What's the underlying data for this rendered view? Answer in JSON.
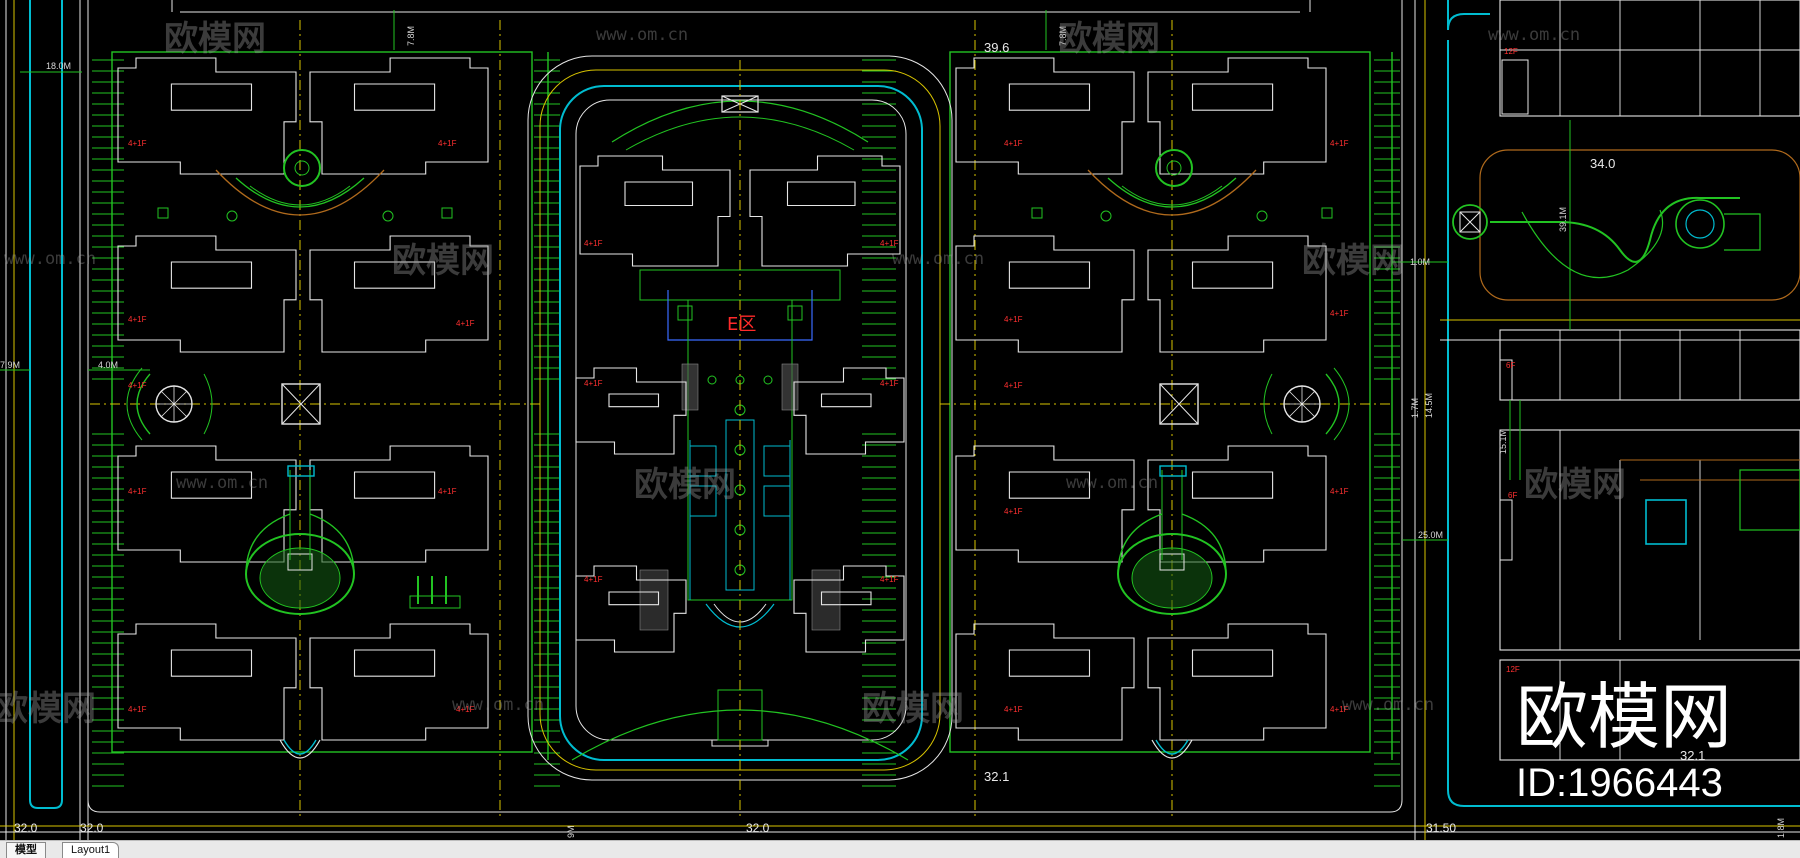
{
  "drawing": {
    "zone_label": "E区",
    "elevations": [
      "39.6",
      "34.0",
      "32.1",
      "32.1",
      "32.0",
      "32.0",
      "32.0",
      "31.50"
    ],
    "dimensions": [
      "18.0M",
      "7.8M",
      "7.8M",
      "4.0M",
      "7.9M",
      "1.0M",
      "39.1M",
      "15.1M",
      "25.0M",
      "1.7M",
      "14.5M",
      "9M",
      "1.8M"
    ],
    "floor_tags_a": [
      "4+1F",
      "4+1F",
      "4+1F",
      "4+1F",
      "4+1F",
      "4+1F",
      "4+1F",
      "4+1F",
      "4+1F",
      "4+1F",
      "4+1F",
      "4+1F",
      "4+1F",
      "4+1F",
      "4+1F",
      "4+1F",
      "4+1F",
      "4+1F",
      "4+1F",
      "4+1F",
      "4+1F",
      "4+1F",
      "4+1F",
      "4+1F"
    ],
    "floor_tags_b": [
      "12F",
      "6F",
      "6F",
      "12F"
    ]
  },
  "watermark": {
    "brand": "欧模网",
    "url": "www.om.cn",
    "big_brand": "欧模网",
    "id_text": "ID:1966443"
  },
  "tabs": {
    "model": "模型",
    "layout1": "Layout1"
  },
  "colors": {
    "background": "#000000",
    "green": "#22c322",
    "white": "#e6e6e6",
    "yellow": "#d8c400",
    "cyan": "#00bcd0",
    "brown": "#b06a1c",
    "red": "#ff2a2a"
  }
}
